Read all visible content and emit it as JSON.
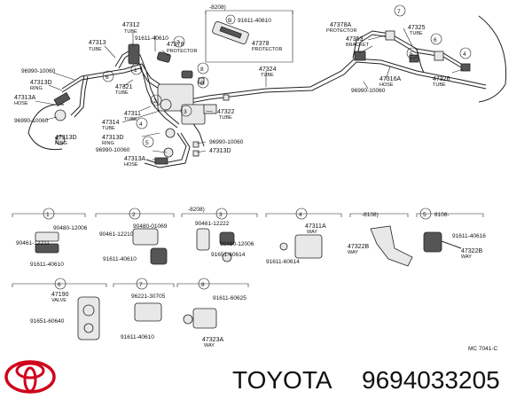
{
  "main_labels": [
    {
      "code": "47313",
      "sub": "TUBE"
    },
    {
      "code": "47312",
      "sub": "TUBE"
    },
    {
      "code": "91611-40610",
      "sub": ""
    },
    {
      "code": "47378",
      "sub": "PROTECTOR"
    },
    {
      "code": "96990-10060",
      "sub": ""
    },
    {
      "code": "47313D",
      "sub": "RING"
    },
    {
      "code": "47313A",
      "sub": "HOSE"
    },
    {
      "code": "96990-10060",
      "sub": ""
    },
    {
      "code": "47313D",
      "sub": "RING"
    },
    {
      "code": "47321",
      "sub": "TUBE"
    },
    {
      "code": "47311",
      "sub": "TUBE"
    },
    {
      "code": "47314",
      "sub": "TUBE"
    },
    {
      "code": "47313D",
      "sub": "RING"
    },
    {
      "code": "96990-10060",
      "sub": ""
    },
    {
      "code": "47313A",
      "sub": "HOSE"
    },
    {
      "code": "47322",
      "sub": "TUBE"
    },
    {
      "code": "96990-10060",
      "sub": ""
    },
    {
      "code": "47313D",
      "sub": ""
    },
    {
      "code": "47324",
      "sub": "TUBE"
    },
    {
      "code": "91611-40610",
      "sub": ""
    },
    {
      "code": "47378",
      "sub": "PROTECTOR"
    },
    {
      "code": "47378A",
      "sub": "PROTECTOR"
    },
    {
      "code": "47353",
      "sub": "BRACKET"
    },
    {
      "code": "47325",
      "sub": "TUBE"
    },
    {
      "code": "47316A",
      "sub": "HOSE"
    },
    {
      "code": "96990-10060",
      "sub": ""
    },
    {
      "code": "47326",
      "sub": "TUBE"
    }
  ],
  "date_note": "-8208)",
  "callouts_main": [
    "1",
    "2",
    "3",
    "4",
    "5",
    "6",
    "7",
    "8",
    "B",
    "B"
  ],
  "callouts_right": [
    "7",
    "6",
    "5",
    "4"
  ],
  "detail_groups": [
    {
      "num": "1",
      "date": ""
    },
    {
      "num": "2",
      "date": ""
    },
    {
      "num": "3",
      "date": "-8208)"
    },
    {
      "num": "4",
      "date": ""
    },
    {
      "num": "5",
      "date": "-8108)"
    },
    {
      "num": "5",
      "date": "8108-"
    },
    {
      "num": "6",
      "date": ""
    },
    {
      "num": "7",
      "date": ""
    },
    {
      "num": "8",
      "date": ""
    }
  ],
  "detail_labels": [
    {
      "code": "90480-12006",
      "sub": ""
    },
    {
      "code": "90461-12211",
      "sub": ""
    },
    {
      "code": "91611-40610",
      "sub": ""
    },
    {
      "code": "90480-01069",
      "sub": ""
    },
    {
      "code": "90461-12210",
      "sub": ""
    },
    {
      "code": "91611-40610",
      "sub": ""
    },
    {
      "code": "90461-12222",
      "sub": ""
    },
    {
      "code": "90480-12006",
      "sub": ""
    },
    {
      "code": "91651-60614",
      "sub": ""
    },
    {
      "code": "47311A",
      "sub": "WAY"
    },
    {
      "code": "91611-60614",
      "sub": ""
    },
    {
      "code": "47322B",
      "sub": "WAY"
    },
    {
      "code": "91611-40616",
      "sub": ""
    },
    {
      "code": "47322B",
      "sub": "WAY"
    },
    {
      "code": "47190",
      "sub": "VALVE"
    },
    {
      "code": "91651-60640",
      "sub": ""
    },
    {
      "code": "96221-30705",
      "sub": ""
    },
    {
      "code": "91611-40610",
      "sub": ""
    },
    {
      "code": "91611-60625",
      "sub": ""
    },
    {
      "code": "47323A",
      "sub": "WAY"
    }
  ],
  "diagram_code": "MC 7041-C",
  "brand": "TOYOTA",
  "part_number": "9694033205",
  "logo_icon": "toyota-logo-icon",
  "logo_color": "#d0021b"
}
